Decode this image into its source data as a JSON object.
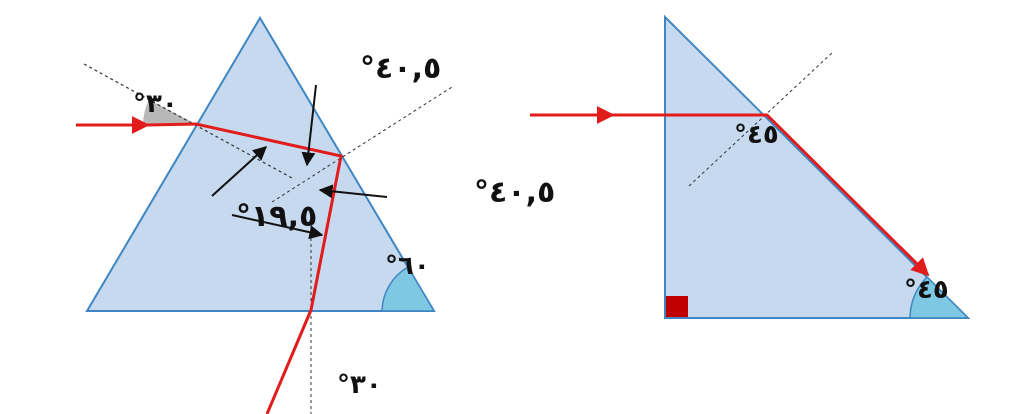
{
  "colors": {
    "prism_fill": "#c6d9ef",
    "prism_stroke": "#3f86c2",
    "ray": "#e21b1b",
    "angle_arc_blue": "#7ec8e3",
    "angle_arc_grey": "#b8b8b8",
    "right_angle_marker": "#c00000",
    "normal_line": "#333333",
    "arrow": "#111111"
  },
  "left_figure": {
    "labels": {
      "incidence_angle": "°٣٠",
      "refracted_angle": "°١٩,٥",
      "top_label": "°٤٠,٥",
      "side_label": "°٤٠,٥",
      "apex_angle": "°٦٠",
      "exit_angle": "°٣٠"
    }
  },
  "right_figure": {
    "labels": {
      "incidence_angle": "°٤٥",
      "corner_angle": "°٤٥"
    }
  }
}
